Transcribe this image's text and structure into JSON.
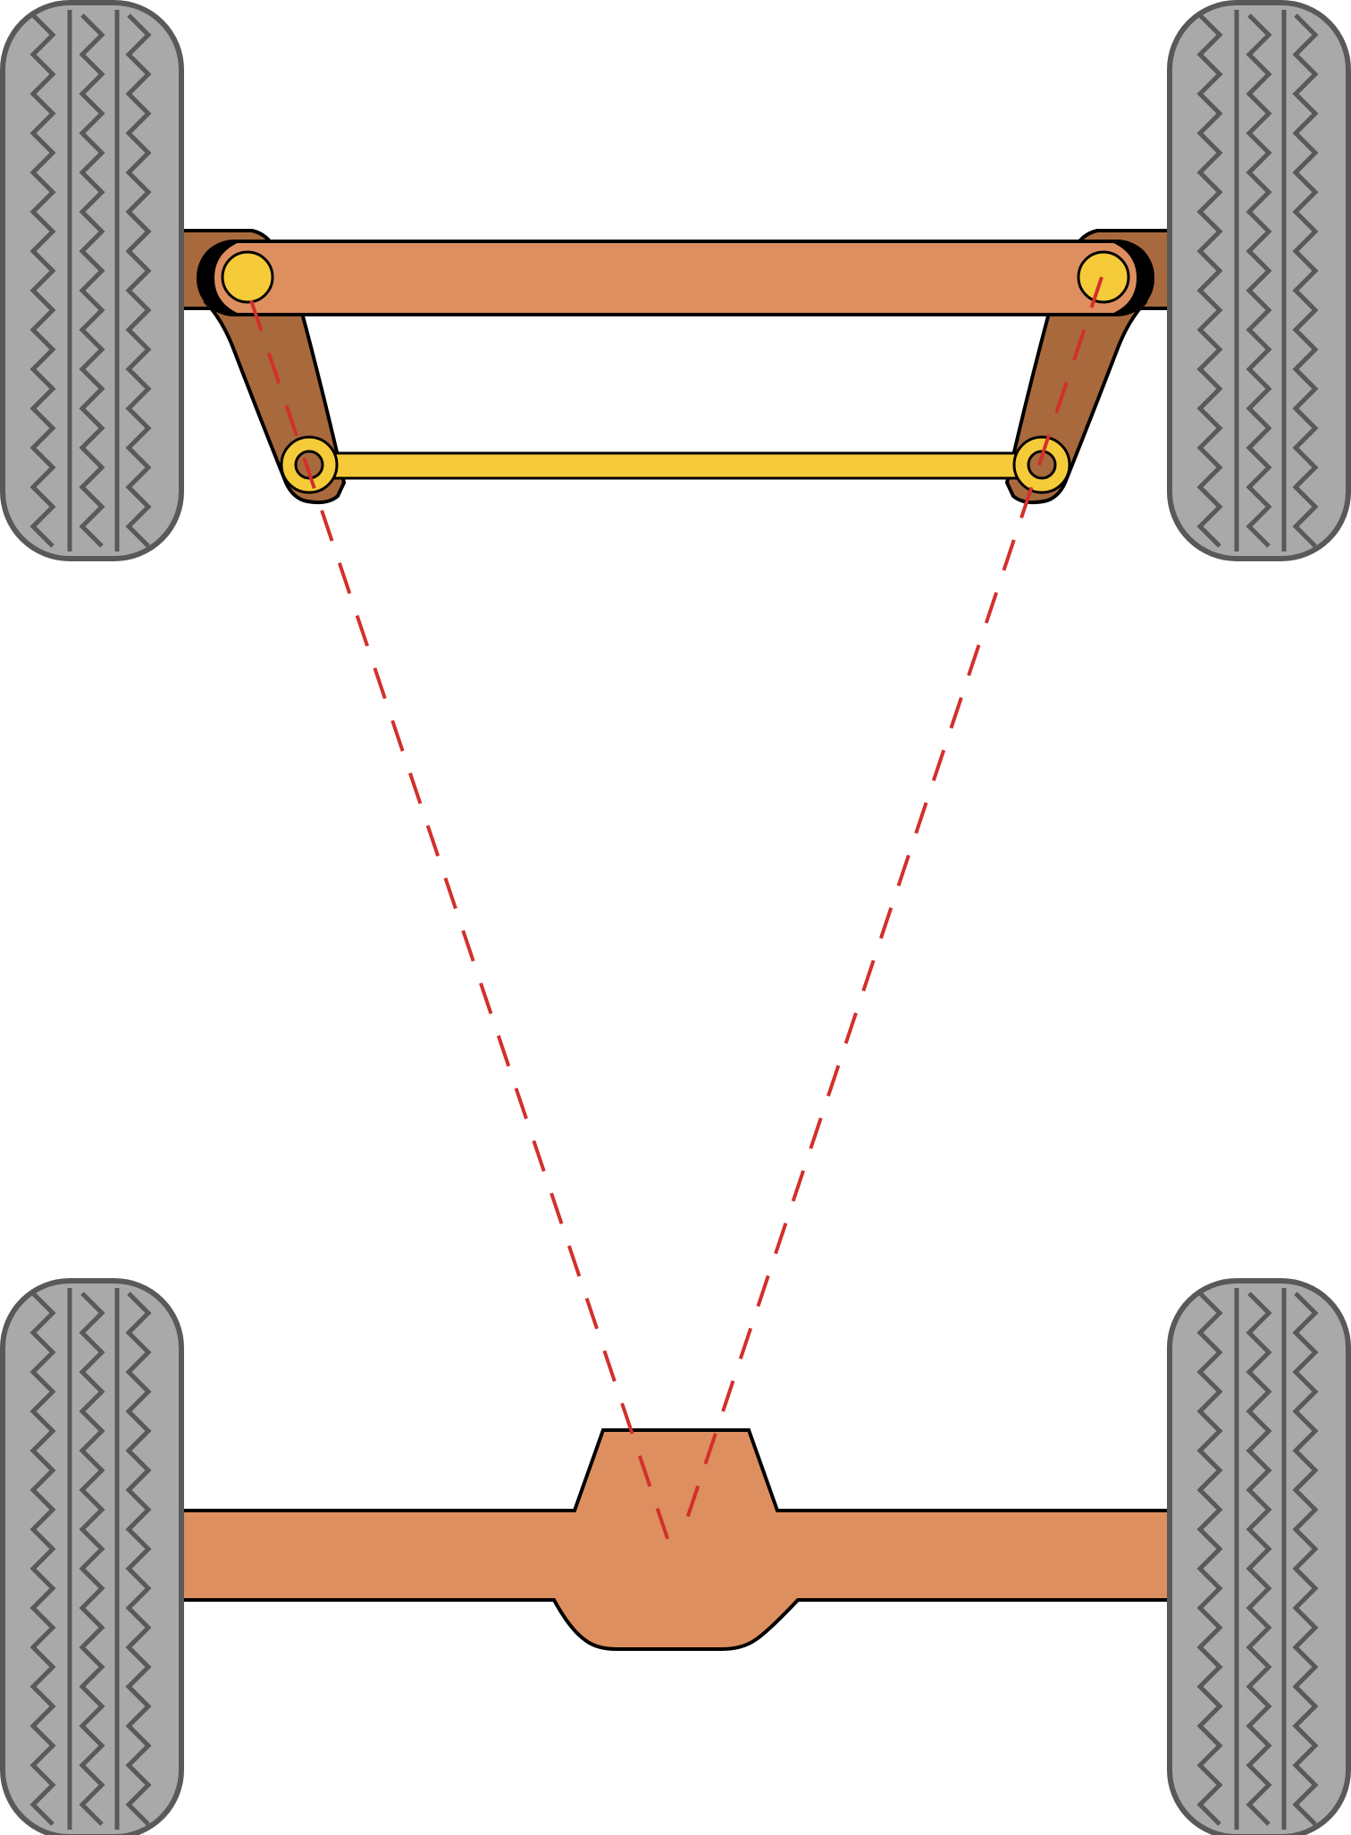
{
  "diagram": {
    "description_visible_text": "",
    "colors": {
      "tire_fill": "#a9a9a9",
      "tire_stroke": "#595959",
      "axle_fill": "#de8f5f",
      "arm_fill": "#a86a3c",
      "pivot_fill": "#f6cb3a",
      "tie_rod_fill": "#f6cb3a",
      "outline": "#000000",
      "projection_line": "#d2302c",
      "background": "#ffffff"
    },
    "icons": [
      "tire-icon",
      "steering-arm",
      "tie-rod",
      "kingpin-pivot",
      "rear-differential"
    ]
  }
}
